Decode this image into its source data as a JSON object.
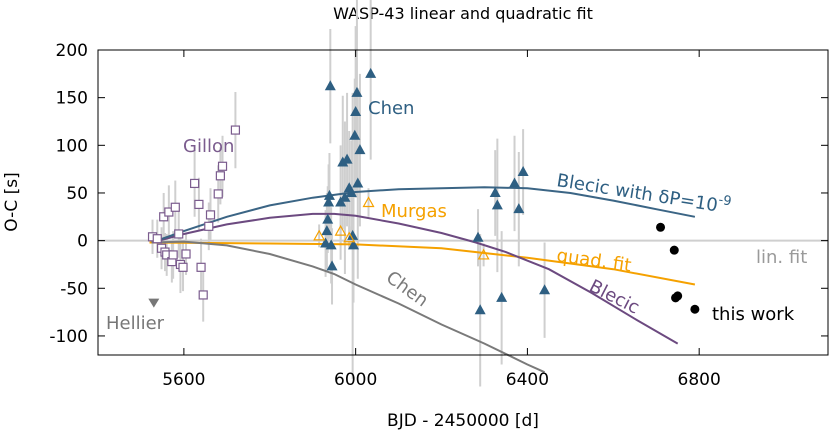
{
  "chart_data": {
    "type": "scatter",
    "title": "WASP-43 linear and quadratic fit",
    "xlabel": "BJD - 2450000 [d]",
    "ylabel": "O-C [s]",
    "xlim": [
      5400,
      7100
    ],
    "ylim": [
      -120,
      200
    ],
    "xticks": [
      5600,
      6000,
      6400,
      6800
    ],
    "yticks": [
      200,
      150,
      100,
      50,
      0,
      -50,
      -100
    ],
    "xtick_labels": [
      "5600",
      "6000",
      "6400",
      "6800"
    ],
    "ytick_labels": [
      "200",
      "150",
      "100",
      "50",
      "0",
      "-50",
      "-100"
    ],
    "grid": false,
    "colors": {
      "gillon": "#7b5c8e",
      "chen": "#2e5f82",
      "murgas": "#f5a100",
      "hellier": "#777777",
      "this_work": "#000000",
      "fit_blecic": "#6c4a80",
      "fit_blecic_dp": "#3b6585",
      "fit_chen": "#7a7a7a",
      "fit_quad": "#f5a100",
      "lin_fit": "#cfcfcf",
      "errorbar": "#cfcfcf"
    },
    "annotations": {
      "gillon": "Gillon",
      "chen": "Chen",
      "murgas": "Murgas",
      "hellier": "Hellier",
      "this_work": "this work",
      "lin_fit": "lin. fit",
      "quad_fit": "quad. fit",
      "blecic": "Blecic",
      "blecic_dp": "Blecic with δP=10",
      "blecic_dp_exp": "-9",
      "chen_fit": "Chen"
    },
    "series": [
      {
        "name": "Gillon",
        "marker": "square",
        "x": [
          5527,
          5538,
          5548,
          5553,
          5556,
          5560,
          5565,
          5572,
          5575,
          5580,
          5588,
          5592,
          5598,
          5605,
          5625,
          5635,
          5640,
          5645,
          5658,
          5662,
          5680,
          5685,
          5690,
          5720
        ],
        "y": [
          4,
          2,
          -8,
          25,
          -12,
          -15,
          30,
          -22,
          -15,
          35,
          7,
          -25,
          -28,
          -14,
          60,
          38,
          -28,
          -57,
          15,
          27,
          49,
          68,
          78,
          116
        ],
        "err": [
          18,
          20,
          22,
          25,
          20,
          22,
          28,
          22,
          25,
          28,
          25,
          30,
          25,
          22,
          35,
          28,
          30,
          28,
          25,
          28,
          30,
          30,
          32,
          40
        ]
      },
      {
        "name": "Chen",
        "marker": "triangle",
        "x": [
          5930,
          5933,
          5935,
          5937,
          5939,
          5941,
          5943,
          5945,
          5965,
          5970,
          5975,
          5980,
          5985,
          5990,
          5993,
          5995,
          5998,
          6000,
          6003,
          6005,
          6010,
          6035,
          6285,
          6290,
          6325,
          6330,
          6340,
          6370,
          6380,
          6390,
          6440
        ],
        "y": [
          -3,
          10,
          22,
          40,
          47,
          162,
          -5,
          -27,
          40,
          82,
          45,
          85,
          55,
          50,
          5,
          -5,
          110,
          135,
          155,
          60,
          95,
          175,
          3,
          -73,
          50,
          37,
          -60,
          60,
          33,
          72,
          -52
        ],
        "err": [
          35,
          40,
          35,
          40,
          45,
          60,
          40,
          40,
          60,
          70,
          80,
          70,
          60,
          55,
          150,
          60,
          60,
          90,
          110,
          100,
          80,
          90,
          30,
          80,
          45,
          70,
          70,
          50,
          60,
          45,
          50
        ]
      },
      {
        "name": "Murgas",
        "marker": "open-triangle",
        "x": [
          5915,
          5965,
          5985,
          6030,
          6298
        ],
        "y": [
          5,
          10,
          3,
          40,
          -15
        ],
        "err": [
          12,
          14,
          12,
          15,
          12
        ]
      },
      {
        "name": "Hellier",
        "marker": "down-triangle",
        "x": [
          5530
        ],
        "y": [
          -65
        ],
        "err": [
          0
        ]
      },
      {
        "name": "this work",
        "marker": "circle",
        "x": [
          6710,
          6742,
          6745,
          6750,
          6790
        ],
        "y": [
          14,
          -10,
          -60,
          -58,
          -72
        ],
        "err": [
          0,
          0,
          0,
          0,
          0
        ]
      }
    ],
    "fits": [
      {
        "name": "lin. fit",
        "x": [
          5400,
          7100
        ],
        "y": [
          0,
          0
        ]
      },
      {
        "name": "quad. fit",
        "x": [
          5520,
          5800,
          6000,
          6200,
          6400,
          6600,
          6790
        ],
        "y": [
          -2,
          -3,
          -4,
          -8,
          -18,
          -30,
          -46
        ]
      },
      {
        "name": "Blecic",
        "x": [
          5525,
          5600,
          5700,
          5800,
          5900,
          5950,
          6000,
          6100,
          6200,
          6280,
          6350,
          6450,
          6550,
          6650,
          6750
        ],
        "y": [
          -2,
          7,
          17,
          24,
          28,
          28,
          26,
          18,
          8,
          -2,
          -12,
          -30,
          -55,
          -82,
          -108
        ]
      },
      {
        "name": "Blecic with δP=10-9",
        "x": [
          5525,
          5600,
          5700,
          5800,
          5900,
          6000,
          6100,
          6200,
          6300,
          6400,
          6500,
          6600,
          6700,
          6790
        ],
        "y": [
          -2,
          10,
          25,
          37,
          45,
          51,
          54,
          55,
          56,
          55,
          50,
          42,
          33,
          25
        ]
      },
      {
        "name": "Chen",
        "x": [
          5525,
          5600,
          5700,
          5800,
          5900,
          5950,
          6000,
          6100,
          6200,
          6300,
          6400,
          6440
        ],
        "y": [
          -2,
          -1,
          -5,
          -14,
          -27,
          -35,
          -46,
          -66,
          -88,
          -108,
          -130,
          -138
        ]
      }
    ]
  }
}
